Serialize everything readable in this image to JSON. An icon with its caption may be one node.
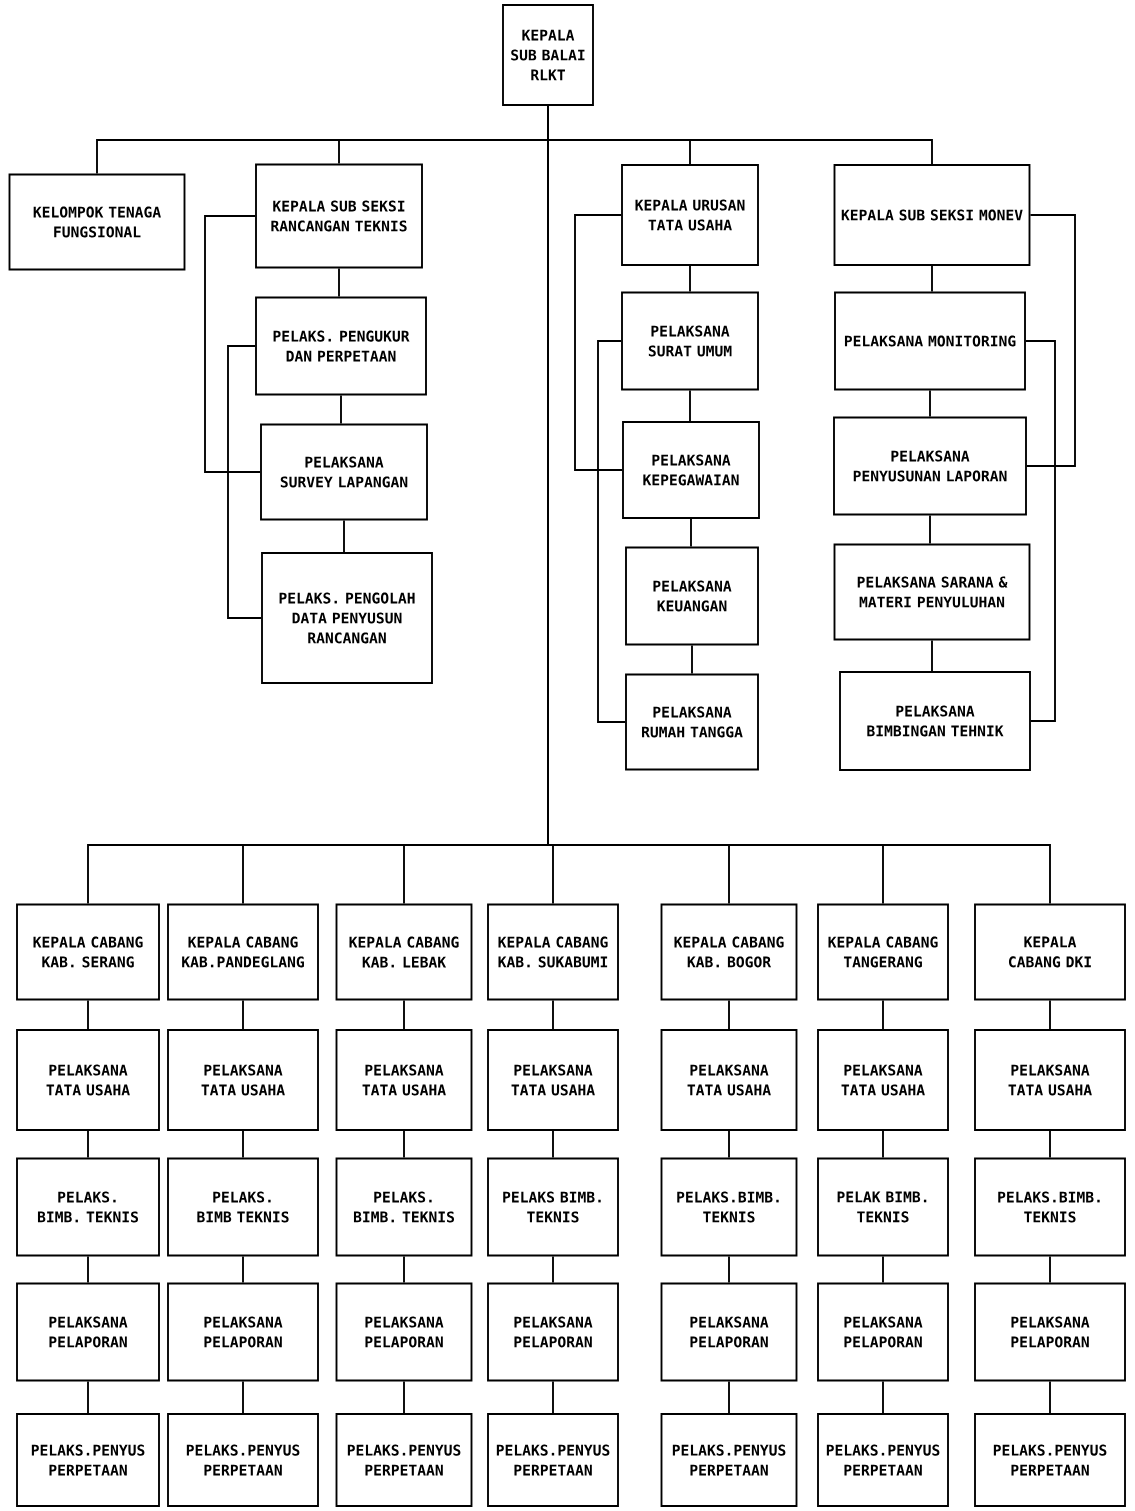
{
  "diagram": {
    "nodes": [
      {
        "text": [
          "KEPALA SUB BALAI RLKT"
        ]
      },
      {
        "text": [
          "KELOMPOK TENAGA FUNGSIONAL"
        ]
      },
      {
        "text": [
          "KEPALA SUB SEKSI RANCANGAN TEKNIS"
        ]
      },
      {
        "text": [
          "KEPALA URUSAN TATA USAHA"
        ]
      },
      {
        "text": [
          "KEPALA SUB SEKSI MONEV"
        ]
      },
      {
        "text": [
          "PELAKS. PENGUKUR DAN PERPETAAN"
        ]
      },
      {
        "text": [
          "PELAKSANA SURVEY LAPANGAN"
        ]
      },
      {
        "text": [
          "PELAKS. PENGOLAH DATA PENYUSUN RANCANGAN"
        ]
      },
      {
        "text": [
          "PELAKSANA SURAT UMUM"
        ]
      },
      {
        "text": [
          "PELAKSANA KEPEGAWAIAN"
        ]
      },
      {
        "text": [
          "PELAKSANA KEUANGAN"
        ]
      },
      {
        "text": [
          "PELAKSANA RUMAH TANGGA"
        ]
      },
      {
        "text": [
          "PELAKSANA MONITORING"
        ]
      },
      {
        "text": [
          "PELAKSANA PENYUSUNAN LAPORAN"
        ]
      },
      {
        "text": [
          "PELAKSANA SARANA & MATERI PENYULUHAN"
        ]
      },
      {
        "text": [
          "PELAKSANA BIMBINGAN TEHNIK"
        ]
      },
      {
        "text": [
          "KEPALA CABANG KAB. SERANG"
        ]
      },
      {
        "text": [
          "PELAKSANA TATA USAHA"
        ]
      },
      {
        "text": [
          "PELAKS. BIMB. TEKNIS"
        ]
      },
      {
        "text": [
          "PELAKSANA PELAPORAN"
        ]
      },
      {
        "text": [
          "PELAKS.PENYUS PERPETAAN"
        ]
      },
      {
        "text": [
          "KEPALA CABANG KAB.PANDEGLANG"
        ]
      },
      {
        "text": [
          "PELAKSANA TATA USAHA"
        ]
      },
      {
        "text": [
          "PELAKS. BIMB TEKNIS"
        ]
      },
      {
        "text": [
          "PELAKSANA PELAPORAN"
        ]
      },
      {
        "text": [
          "PELAKS.PENYUS PERPETAAN"
        ]
      },
      {
        "text": [
          "KEPALA CABANG KAB. LEBAK"
        ]
      },
      {
        "text": [
          "PELAKSANA TATA USAHA"
        ]
      },
      {
        "text": [
          "PELAKS. BIMB. TEKNIS"
        ]
      },
      {
        "text": [
          "PELAKSANA PELAPORAN"
        ]
      },
      {
        "text": [
          "PELAKS.PENYUS PERPETAAN"
        ]
      },
      {
        "text": [
          "KEPALA CABANG KAB. SUKABUMI"
        ]
      },
      {
        "text": [
          "PELAKSANA TATA USAHA"
        ]
      },
      {
        "text": [
          "PELAKS BIMB. TEKNIS"
        ]
      },
      {
        "text": [
          "PELAKSANA PELAPORAN"
        ]
      },
      {
        "text": [
          "PELAKS.PENYUS PERPETAAN"
        ]
      },
      {
        "text": [
          "KEPALA CABANG KAB. BOGOR"
        ]
      },
      {
        "text": [
          "PELAKSANA TATA USAHA"
        ]
      },
      {
        "text": [
          "PELAKS.BIMB. TEKNIS"
        ]
      },
      {
        "text": [
          "PELAKSANA PELAPORAN"
        ]
      },
      {
        "text": [
          "PELAKS.PENYUS PERPETAAN"
        ]
      },
      {
        "text": [
          "KEPALA CABANG TANGERANG"
        ]
      },
      {
        "text": [
          "PELAKSANA TATA USAHA"
        ]
      },
      {
        "text": [
          "PELAK BIMB. TEKNIS"
        ]
      },
      {
        "text": [
          "PELAKSANA PELAPORAN"
        ]
      },
      {
        "text": [
          "PELAKS.PENYUS PERPETAAN"
        ]
      },
      {
        "text": [
          "KEPALA CABANG DKI"
        ]
      },
      {
        "text": [
          "PELAKSANA TATA USAHA"
        ]
      },
      {
        "text": [
          "PELAKS.BIMB. TEKNIS"
        ]
      },
      {
        "text": [
          "PELAKSANA PELAPORAN"
        ]
      },
      {
        "text": [
          "PELAKS.PENYUS PERPETAAN"
        ]
      }
    ],
    "edges": [
      {
        "from": 0,
        "to": 1,
        "arrow": "none"
      },
      {
        "from": 0,
        "to": 2,
        "arrow": "none"
      },
      {
        "from": 0,
        "to": 3,
        "arrow": "none"
      },
      {
        "from": 0,
        "to": 4,
        "arrow": "none"
      },
      {
        "from": 2,
        "to": 5,
        "arrow": "none"
      },
      {
        "from": 5,
        "to": 6,
        "arrow": "none"
      },
      {
        "from": 6,
        "to": 7,
        "arrow": "none"
      },
      {
        "from": 2,
        "to": 6,
        "arrow": "none"
      },
      {
        "from": 5,
        "to": 7,
        "arrow": "none"
      },
      {
        "from": 3,
        "to": 8,
        "arrow": "none"
      },
      {
        "from": 8,
        "to": 9,
        "arrow": "none"
      },
      {
        "from": 9,
        "to": 10,
        "arrow": "none"
      },
      {
        "from": 10,
        "to": 11,
        "arrow": "none"
      },
      {
        "from": 3,
        "to": 9,
        "arrow": "none"
      },
      {
        "from": 8,
        "to": 11,
        "arrow": "none"
      },
      {
        "from": 4,
        "to": 12,
        "arrow": "none"
      },
      {
        "from": 12,
        "to": 13,
        "arrow": "none"
      },
      {
        "from": 13,
        "to": 14,
        "arrow": "none"
      },
      {
        "from": 14,
        "to": 15,
        "arrow": "none"
      },
      {
        "from": 4,
        "to": 13,
        "arrow": "none"
      },
      {
        "from": 12,
        "to": 15,
        "arrow": "none"
      },
      {
        "from": 0,
        "to": 16,
        "arrow": "none"
      },
      {
        "from": 0,
        "to": 21,
        "arrow": "none"
      },
      {
        "from": 0,
        "to": 26,
        "arrow": "none"
      },
      {
        "from": 0,
        "to": 31,
        "arrow": "none"
      },
      {
        "from": 0,
        "to": 36,
        "arrow": "none"
      },
      {
        "from": 0,
        "to": 41,
        "arrow": "none"
      },
      {
        "from": 0,
        "to": 46,
        "arrow": "none"
      },
      {
        "from": 16,
        "to": 17,
        "arrow": "none"
      },
      {
        "from": 17,
        "to": 18,
        "arrow": "none"
      },
      {
        "from": 18,
        "to": 19,
        "arrow": "none"
      },
      {
        "from": 19,
        "to": 20,
        "arrow": "none"
      },
      {
        "from": 21,
        "to": 22,
        "arrow": "none"
      },
      {
        "from": 22,
        "to": 23,
        "arrow": "none"
      },
      {
        "from": 23,
        "to": 24,
        "arrow": "none"
      },
      {
        "from": 24,
        "to": 25,
        "arrow": "none"
      },
      {
        "from": 26,
        "to": 27,
        "arrow": "none"
      },
      {
        "from": 27,
        "to": 28,
        "arrow": "none"
      },
      {
        "from": 28,
        "to": 29,
        "arrow": "none"
      },
      {
        "from": 29,
        "to": 30,
        "arrow": "none"
      },
      {
        "from": 31,
        "to": 32,
        "arrow": "none"
      },
      {
        "from": 32,
        "to": 33,
        "arrow": "none"
      },
      {
        "from": 33,
        "to": 34,
        "arrow": "none"
      },
      {
        "from": 34,
        "to": 35,
        "arrow": "none"
      },
      {
        "from": 36,
        "to": 37,
        "arrow": "none"
      },
      {
        "from": 37,
        "to": 38,
        "arrow": "none"
      },
      {
        "from": 38,
        "to": 39,
        "arrow": "none"
      },
      {
        "from": 39,
        "to": 40,
        "arrow": "none"
      },
      {
        "from": 41,
        "to": 42,
        "arrow": "none"
      },
      {
        "from": 42,
        "to": 43,
        "arrow": "none"
      },
      {
        "from": 43,
        "to": 44,
        "arrow": "none"
      },
      {
        "from": 44,
        "to": 45,
        "arrow": "none"
      },
      {
        "from": 46,
        "to": 47,
        "arrow": "none"
      },
      {
        "from": 47,
        "to": 48,
        "arrow": "none"
      },
      {
        "from": 48,
        "to": 49,
        "arrow": "none"
      },
      {
        "from": 49,
        "to": 50,
        "arrow": "none"
      }
    ]
  }
}
